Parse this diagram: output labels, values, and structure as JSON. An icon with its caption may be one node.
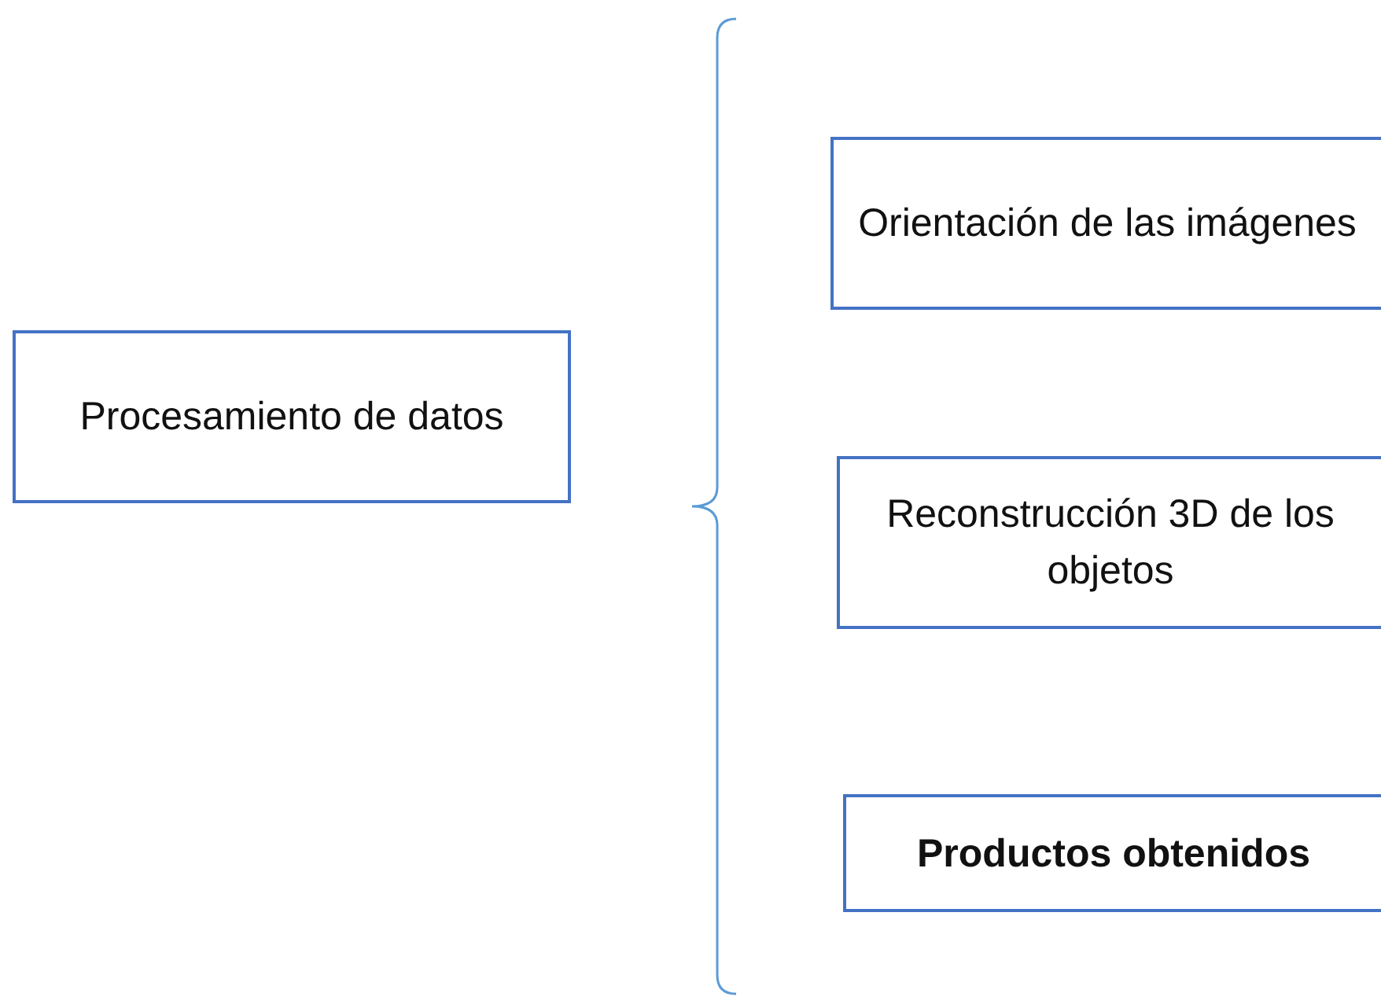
{
  "diagram": {
    "nodes": [
      {
        "text": [
          "Procesamiento de datos"
        ]
      },
      {
        "text": [
          "Orientación de las imágenes"
        ]
      },
      {
        "text": [
          "Reconstrucción 3D de los objetos"
        ]
      },
      {
        "text": [
          "Productos obtenidos"
        ]
      }
    ]
  }
}
